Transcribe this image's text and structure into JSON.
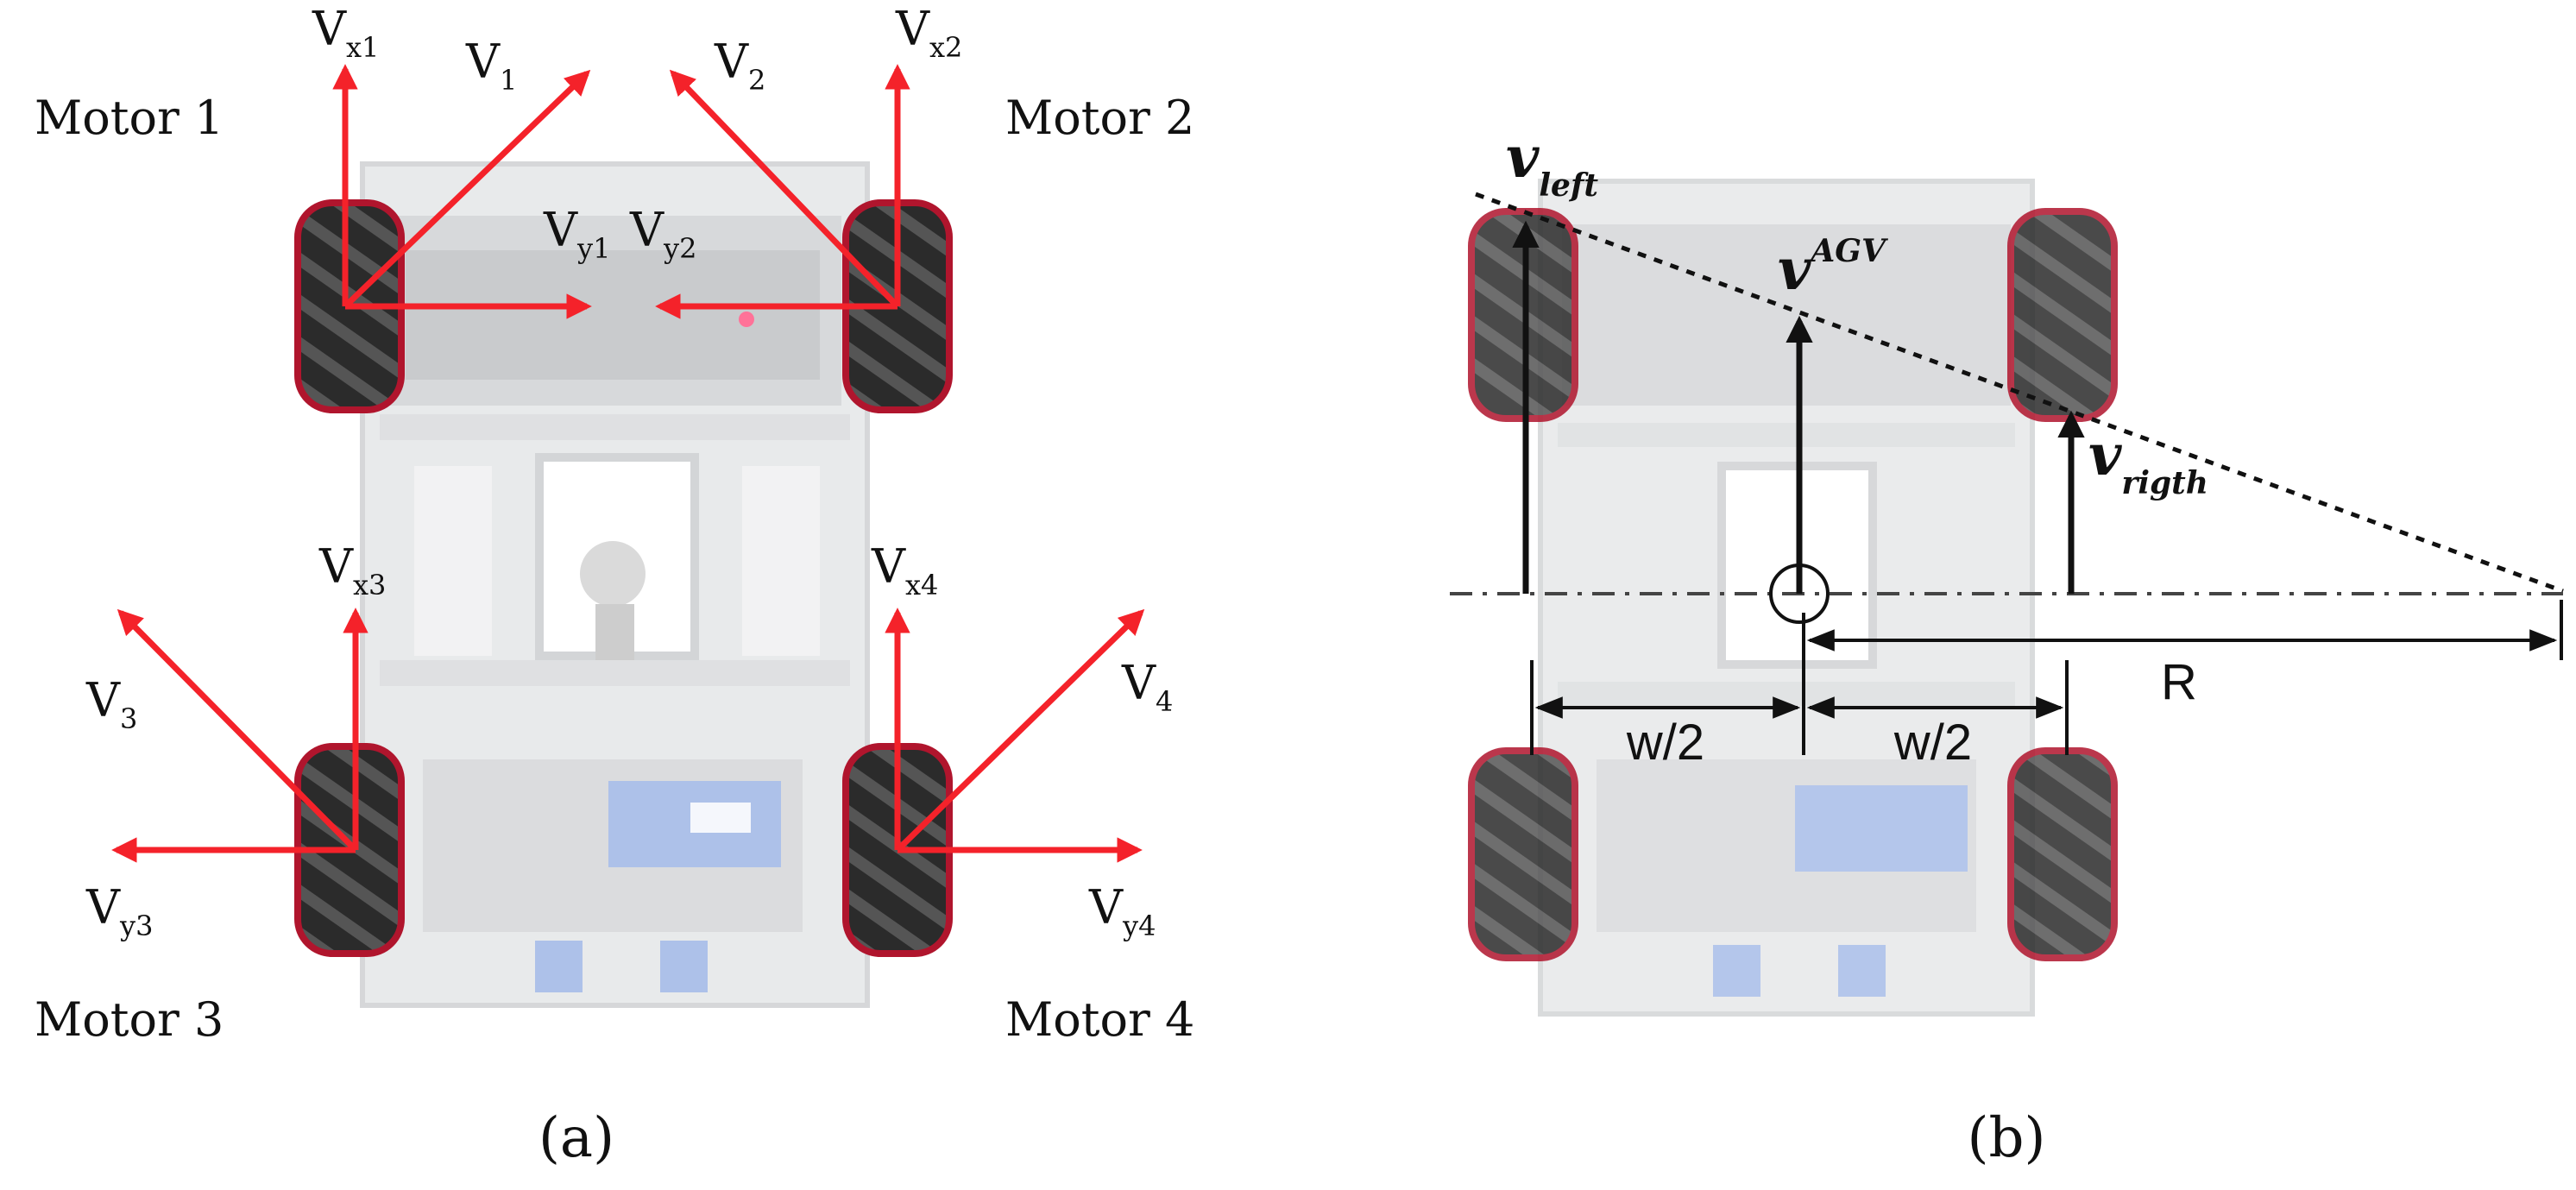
{
  "colors": {
    "arrow_red": "#f4222a",
    "frame_grey": "#c9cbcd",
    "wheel_black": "#2c2c2c",
    "wheel_red": "#c8102e",
    "battery_blue": "#5b7fd6",
    "ink": "#111111",
    "dim_line": "#555555"
  },
  "panel_a": {
    "caption": "(a)",
    "motors": {
      "m1": "Motor 1",
      "m2": "Motor 2",
      "m3": "Motor 3",
      "m4": "Motor 4"
    },
    "vectors": {
      "v1": {
        "main": "V",
        "sub": "1"
      },
      "v2": {
        "main": "V",
        "sub": "2"
      },
      "v3": {
        "main": "V",
        "sub": "3"
      },
      "v4": {
        "main": "V",
        "sub": "4"
      },
      "vx1": {
        "main": "V",
        "sub": "x1"
      },
      "vx2": {
        "main": "V",
        "sub": "x2"
      },
      "vx3": {
        "main": "V",
        "sub": "x3"
      },
      "vx4": {
        "main": "V",
        "sub": "x4"
      },
      "vy1": {
        "main": "V",
        "sub": "y1"
      },
      "vy2": {
        "main": "V",
        "sub": "y2"
      },
      "vy3": {
        "main": "V",
        "sub": "y3"
      },
      "vy4": {
        "main": "V",
        "sub": "y4"
      }
    }
  },
  "panel_b": {
    "caption": "(b)",
    "v_left": {
      "main": "v",
      "sub": "left"
    },
    "v_agv": {
      "main": "v",
      "sup": "AGV"
    },
    "v_right": {
      "main": "v",
      "sub": "rigth"
    },
    "half_width_left": "w/2",
    "half_width_right": "w/2",
    "radius": "R"
  }
}
